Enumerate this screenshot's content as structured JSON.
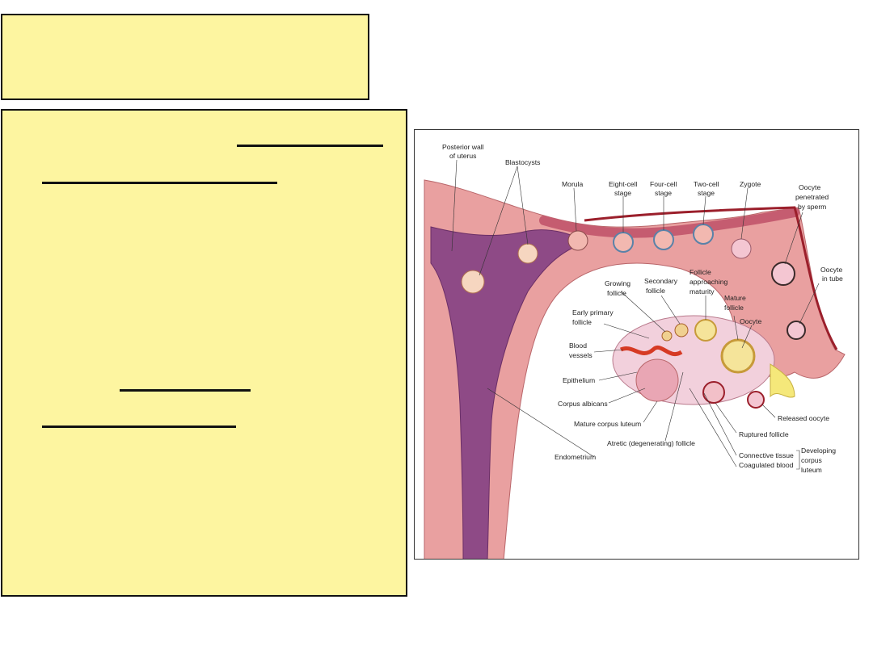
{
  "diagram": {
    "labels": {
      "posterior_wall_1": "Posterior wall",
      "posterior_wall_2": "of uterus",
      "blastocysts": "Blastocysts",
      "morula": "Morula",
      "eight_cell_1": "Eight-cell",
      "eight_cell_2": "stage",
      "four_cell_1": "Four-cell",
      "four_cell_2": "stage",
      "two_cell_1": "Two-cell",
      "two_cell_2": "stage",
      "zygote": "Zygote",
      "oocyte_pen_1": "Oocyte",
      "oocyte_pen_2": "penetrated",
      "oocyte_pen_3": "by sperm",
      "oocyte_tube_1": "Oocyte",
      "oocyte_tube_2": "in tube",
      "growing_1": "Growing",
      "growing_2": "follicle",
      "secondary_1": "Secondary",
      "secondary_2": "follicle",
      "approaching_1": "Follicle",
      "approaching_2": "approaching",
      "approaching_3": "maturity",
      "mature_1": "Mature",
      "mature_2": "follicle",
      "oocyte": "Oocyte",
      "early_primary_1": "Early primary",
      "early_primary_2": "follicle",
      "blood_vessels_1": "Blood",
      "blood_vessels_2": "vessels",
      "epithelium": "Epithelium",
      "corpus_albicans": "Corpus albicans",
      "mature_corpus_luteum": "Mature corpus luteum",
      "atretic": "Atretic (degenerating) follicle",
      "endometrium": "Endometrium",
      "ruptured": "Ruptured follicle",
      "released": "Released oocyte",
      "connective": "Connective tissue",
      "coagulated": "Coagulated blood",
      "developing_1": "Developing",
      "developing_2": "corpus",
      "developing_3": "luteum"
    }
  }
}
